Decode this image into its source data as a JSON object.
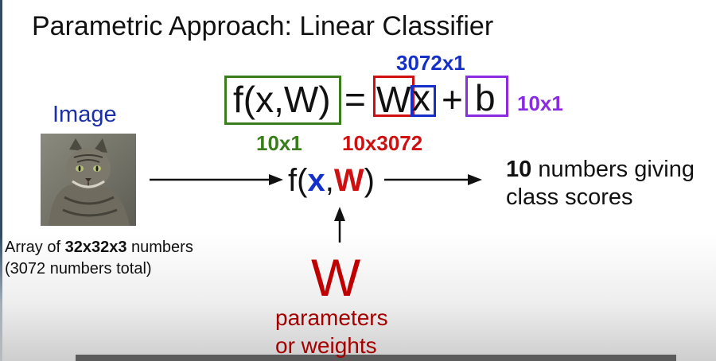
{
  "title": "Parametric Approach: Linear Classifier",
  "equation": {
    "lhs": "f(x,W)",
    "equals": "=",
    "w_term": "W",
    "x_term": "x",
    "plus": "+",
    "b_term": "b"
  },
  "dimensions": {
    "x_dim": "3072x1",
    "b_dim": "10x1",
    "f_dim": "10x1",
    "w_dim": "10x3072"
  },
  "image_label": "Image",
  "array_caption": {
    "prefix": "Array of ",
    "bold": "32x32x3",
    "suffix": " numbers",
    "line2": "(3072 numbers total)"
  },
  "function": {
    "open": "f(",
    "x": "x",
    "comma": ",",
    "w": "W",
    "close": ")"
  },
  "output": {
    "bold": "10",
    "rest": " numbers giving",
    "line2": "class scores"
  },
  "weights": {
    "symbol": "W",
    "line1": "parameters",
    "line2": "or weights"
  },
  "colors": {
    "blue": "#1530c8",
    "red": "#d01010",
    "green": "#3a7d1c",
    "purple": "#8a2be2",
    "dark_red": "#a40000",
    "image_label_blue": "#1b2fa6"
  }
}
